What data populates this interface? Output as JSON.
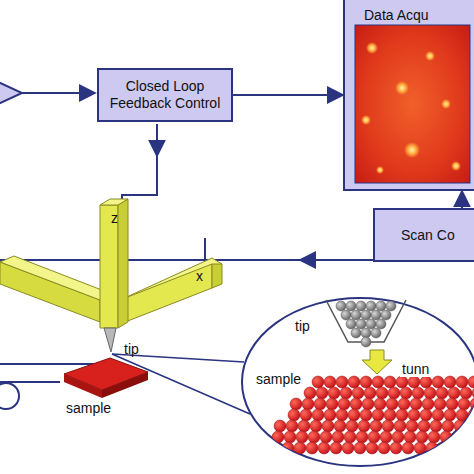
{
  "diagram": {
    "nodes": [
      {
        "text": [
          "Closed Loop Feedback Control"
        ]
      },
      {
        "text": [
          "Data Acqu"
        ]
      },
      {
        "text": [
          "Scan Co"
        ]
      }
    ],
    "edges": [
      {
        "from": 0,
        "to": 1,
        "arrow": "to"
      },
      {
        "from": 2,
        "to": 1,
        "arrow": "to"
      }
    ],
    "labels": [
      "z",
      "x",
      "tip",
      "sample",
      "tip",
      "tunn",
      "sample"
    ]
  }
}
